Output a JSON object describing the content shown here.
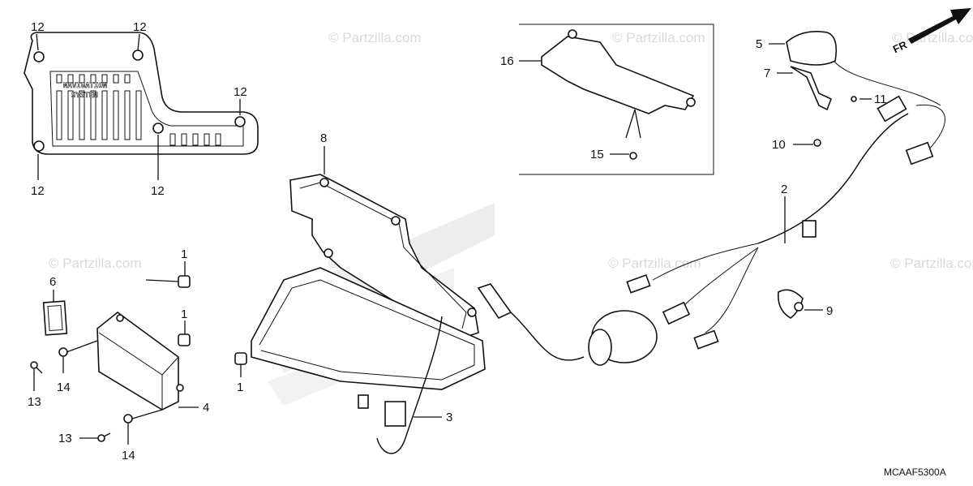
{
  "diagram": {
    "code": "MCAAF5300A",
    "watermark": "© Partzilla.com",
    "front_label": "FR",
    "panel_emboss": [
      "NAVIGATION",
      "SYSTEM"
    ],
    "callouts": {
      "c1a": "1",
      "c1b": "1",
      "c1c": "1",
      "c2": "2",
      "c3": "3",
      "c4": "4",
      "c5": "5",
      "c6": "6",
      "c7": "7",
      "c8": "8",
      "c9": "9",
      "c10": "10",
      "c11": "11",
      "c12a": "12",
      "c12b": "12",
      "c12c": "12",
      "c12d": "12",
      "c12e": "12",
      "c13a": "13",
      "c13b": "13",
      "c14a": "14",
      "c14b": "14",
      "c15": "15",
      "c16": "16"
    }
  }
}
